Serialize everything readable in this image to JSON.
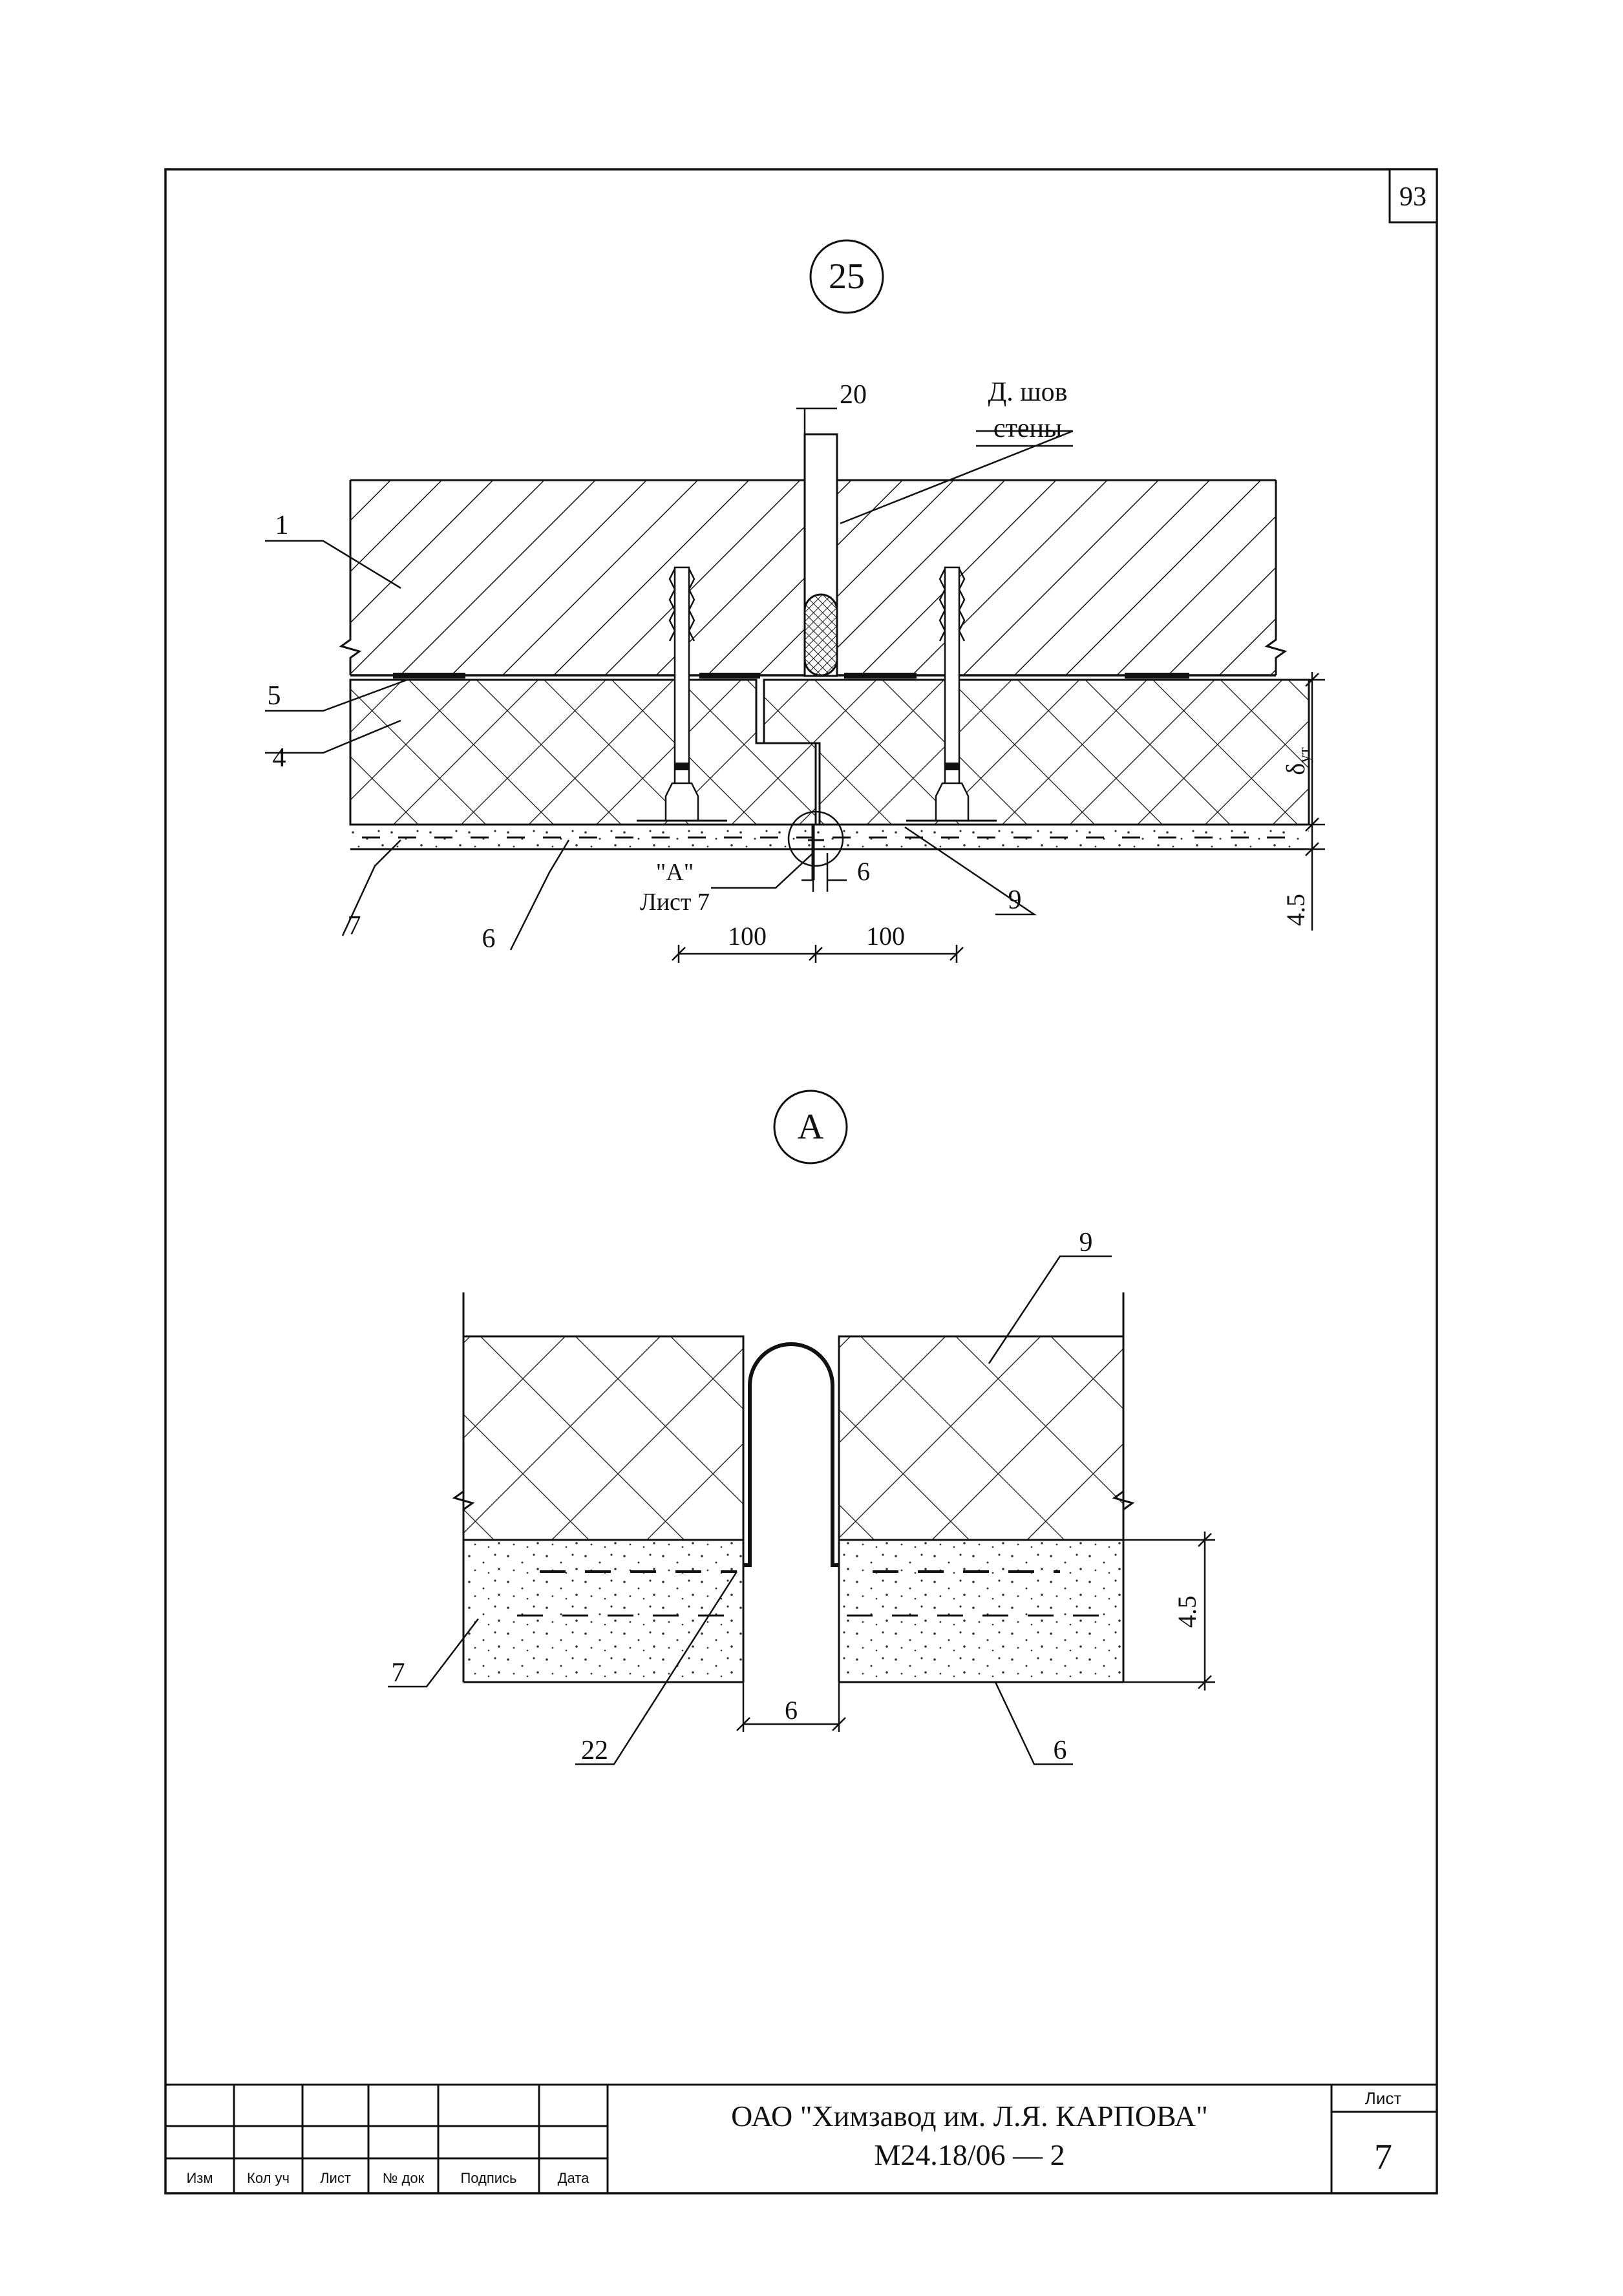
{
  "sheet_corner_number": "93",
  "detail_25": {
    "marker": "25",
    "callout_20": "20",
    "joint_label_line1": "Д. шов",
    "joint_label_line2": "стены",
    "callout_1": "1",
    "callout_5": "5",
    "callout_4": "4",
    "callout_7": "7",
    "callout_6": "6",
    "callout_9": "9",
    "ref_a_line1": "\"А\"",
    "ref_a_line2": "Лист 7",
    "dim_gap": "6",
    "dim_left": "100",
    "dim_right": "100",
    "dim_thickness_symbol": "δ",
    "dim_thickness_sub": "ут",
    "dim_layer": "4.5"
  },
  "detail_a": {
    "marker": "А",
    "callout_9": "9",
    "callout_7": "7",
    "callout_22": "22",
    "callout_6": "6",
    "dim_gap": "6",
    "dim_layer": "4.5"
  },
  "title_block": {
    "headers": [
      "Изм",
      "Кол уч",
      "Лист",
      "№ док",
      "Подпись",
      "Дата"
    ],
    "org_name": "ОАО \"Химзавод им. Л.Я. КАРПОВА\"",
    "doc_code": "М24.18/06 — 2",
    "sheet_label": "Лист",
    "sheet_number": "7"
  }
}
